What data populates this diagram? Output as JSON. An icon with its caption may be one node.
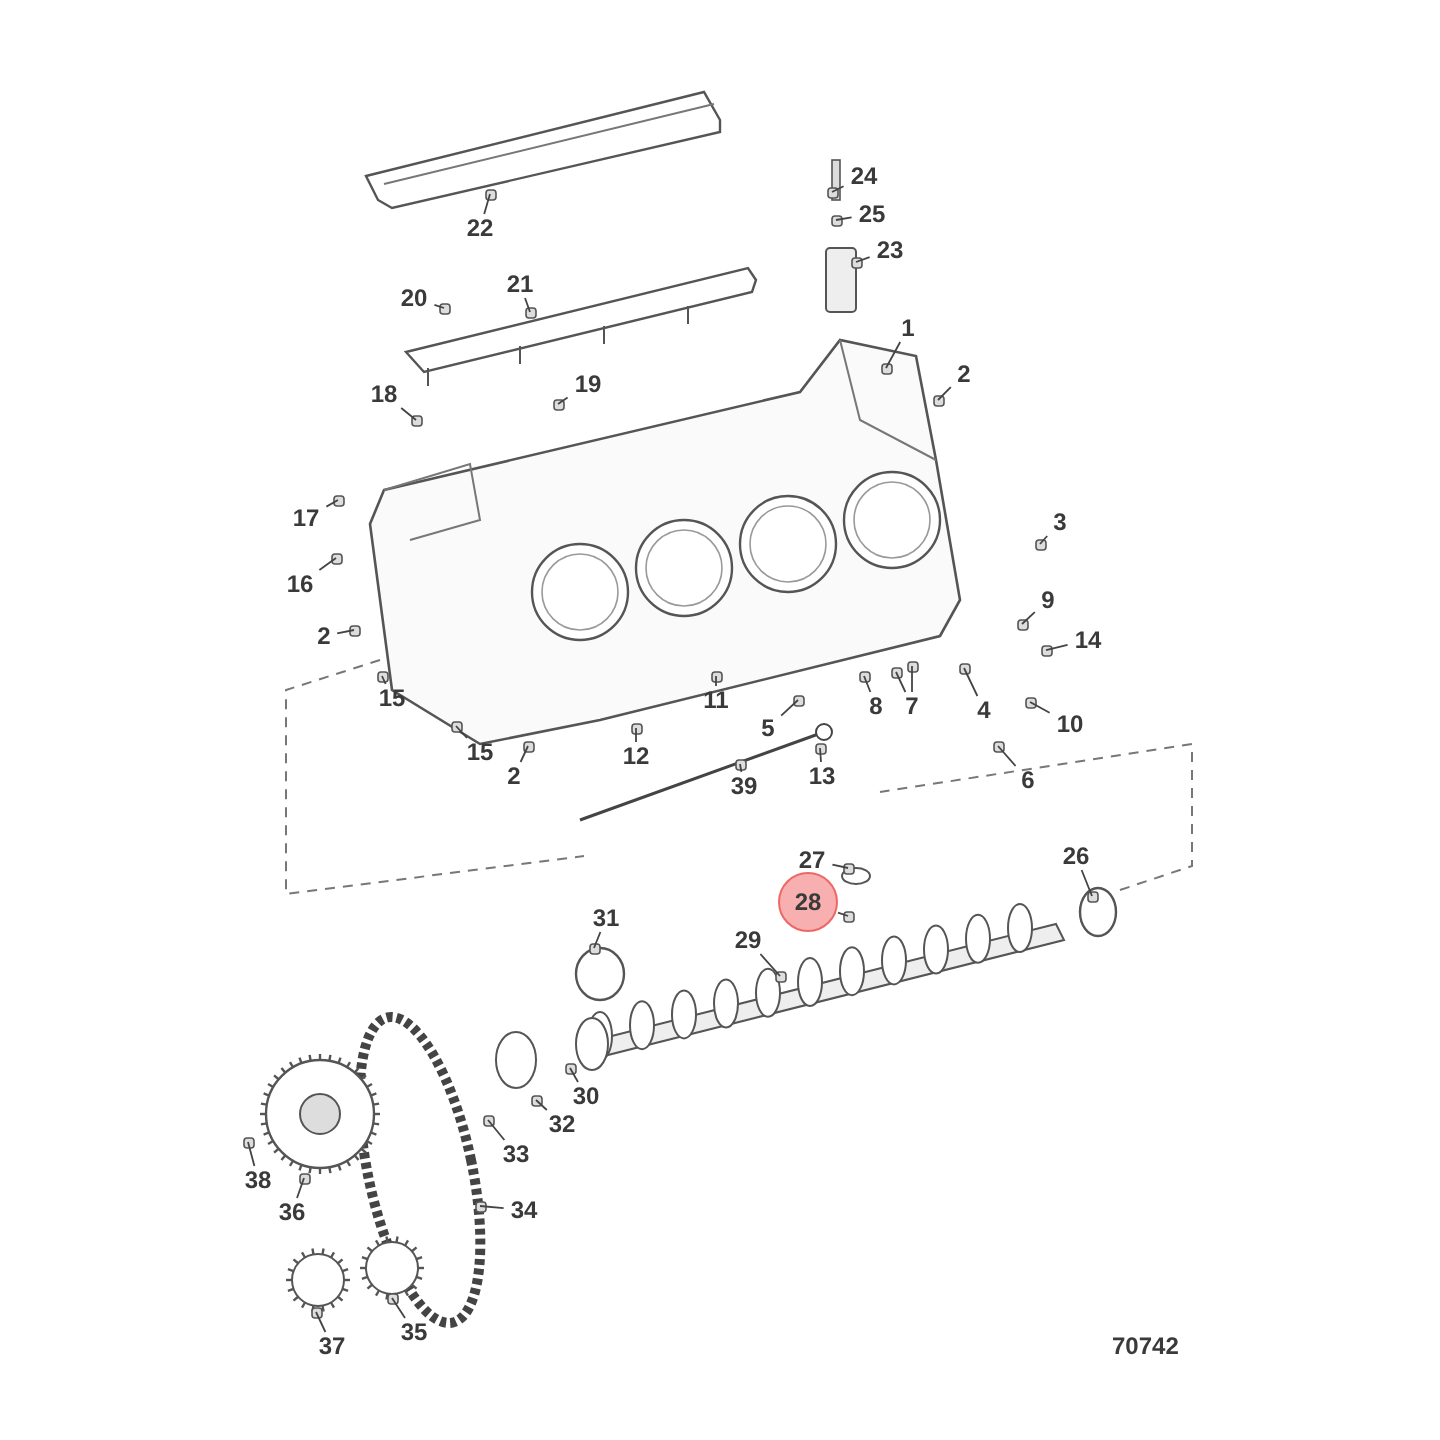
{
  "diagram": {
    "nodes": [
      {
        "text": [
          "24"
        ]
      },
      {
        "text": [
          "25"
        ]
      },
      {
        "text": [
          "22"
        ]
      },
      {
        "text": [
          "23"
        ]
      },
      {
        "text": [
          "21"
        ]
      },
      {
        "text": [
          "20"
        ]
      },
      {
        "text": [
          "1"
        ]
      },
      {
        "text": [
          "2"
        ]
      },
      {
        "text": [
          "19"
        ]
      },
      {
        "text": [
          "18"
        ]
      },
      {
        "text": [
          "17"
        ]
      },
      {
        "text": [
          "3"
        ]
      },
      {
        "text": [
          "16"
        ]
      },
      {
        "text": [
          "9"
        ]
      },
      {
        "text": [
          "2"
        ]
      },
      {
        "text": [
          "14"
        ]
      },
      {
        "text": [
          "15"
        ]
      },
      {
        "text": [
          "11"
        ]
      },
      {
        "text": [
          "8"
        ]
      },
      {
        "text": [
          "7"
        ]
      },
      {
        "text": [
          "4"
        ]
      },
      {
        "text": [
          "10"
        ]
      },
      {
        "text": [
          "5"
        ]
      },
      {
        "text": [
          "12"
        ]
      },
      {
        "text": [
          "15"
        ]
      },
      {
        "text": [
          "6"
        ]
      },
      {
        "text": [
          "2"
        ]
      },
      {
        "text": [
          "13"
        ]
      },
      {
        "text": [
          "39"
        ]
      },
      {
        "text": [
          "26"
        ]
      },
      {
        "text": [
          "27"
        ]
      },
      {
        "text": [
          "28"
        ]
      },
      {
        "text": [
          "31"
        ]
      },
      {
        "text": [
          "29"
        ]
      },
      {
        "text": [
          "30"
        ]
      },
      {
        "text": [
          "32"
        ]
      },
      {
        "text": [
          "33"
        ]
      },
      {
        "text": [
          "38"
        ]
      },
      {
        "text": [
          "36"
        ]
      },
      {
        "text": [
          "34"
        ]
      },
      {
        "text": [
          "35"
        ]
      },
      {
        "text": [
          "37"
        ]
      }
    ],
    "edges": [
      {
        "from": 0,
        "to": null,
        "arrow": "none"
      },
      {
        "from": 1,
        "to": null,
        "arrow": "none"
      },
      {
        "from": 2,
        "to": null,
        "arrow": "none"
      },
      {
        "from": 3,
        "to": null,
        "arrow": "none"
      },
      {
        "from": 4,
        "to": null,
        "arrow": "none"
      },
      {
        "from": 5,
        "to": null,
        "arrow": "none"
      },
      {
        "from": 6,
        "to": null,
        "arrow": "none"
      },
      {
        "from": 7,
        "to": null,
        "arrow": "none"
      },
      {
        "from": 8,
        "to": null,
        "arrow": "none"
      },
      {
        "from": 9,
        "to": null,
        "arrow": "none"
      },
      {
        "from": 10,
        "to": null,
        "arrow": "none"
      },
      {
        "from": 11,
        "to": null,
        "arrow": "none"
      },
      {
        "from": 12,
        "to": null,
        "arrow": "none"
      },
      {
        "from": 13,
        "to": null,
        "arrow": "none"
      },
      {
        "from": 14,
        "to": null,
        "arrow": "none"
      },
      {
        "from": 15,
        "to": null,
        "arrow": "none"
      },
      {
        "from": 16,
        "to": null,
        "arrow": "none"
      },
      {
        "from": 17,
        "to": null,
        "arrow": "none"
      },
      {
        "from": 18,
        "to": null,
        "arrow": "none"
      },
      {
        "from": 19,
        "to": null,
        "arrow": "none"
      },
      {
        "from": 19,
        "to": null,
        "arrow": "none"
      },
      {
        "from": 20,
        "to": null,
        "arrow": "none"
      },
      {
        "from": 21,
        "to": null,
        "arrow": "none"
      },
      {
        "from": 22,
        "to": null,
        "arrow": "none"
      },
      {
        "from": 23,
        "to": null,
        "arrow": "none"
      },
      {
        "from": 24,
        "to": null,
        "arrow": "none"
      },
      {
        "from": 25,
        "to": null,
        "arrow": "none"
      },
      {
        "from": 26,
        "to": null,
        "arrow": "none"
      },
      {
        "from": 27,
        "to": null,
        "arrow": "none"
      },
      {
        "from": 28,
        "to": null,
        "arrow": "none"
      },
      {
        "from": 29,
        "to": null,
        "arrow": "none"
      },
      {
        "from": 30,
        "to": null,
        "arrow": "none"
      },
      {
        "from": 31,
        "to": null,
        "arrow": "none"
      },
      {
        "from": 32,
        "to": null,
        "arrow": "none"
      },
      {
        "from": 33,
        "to": null,
        "arrow": "none"
      },
      {
        "from": 34,
        "to": null,
        "arrow": "none"
      },
      {
        "from": 35,
        "to": null,
        "arrow": "none"
      },
      {
        "from": 36,
        "to": null,
        "arrow": "none"
      },
      {
        "from": 37,
        "to": null,
        "arrow": "none"
      },
      {
        "from": 38,
        "to": null,
        "arrow": "none"
      },
      {
        "from": 39,
        "to": null,
        "arrow": "none"
      },
      {
        "from": 40,
        "to": null,
        "arrow": "none"
      },
      {
        "from": 41,
        "to": null,
        "arrow": "none"
      }
    ],
    "labels": [
      "70742"
    ]
  }
}
